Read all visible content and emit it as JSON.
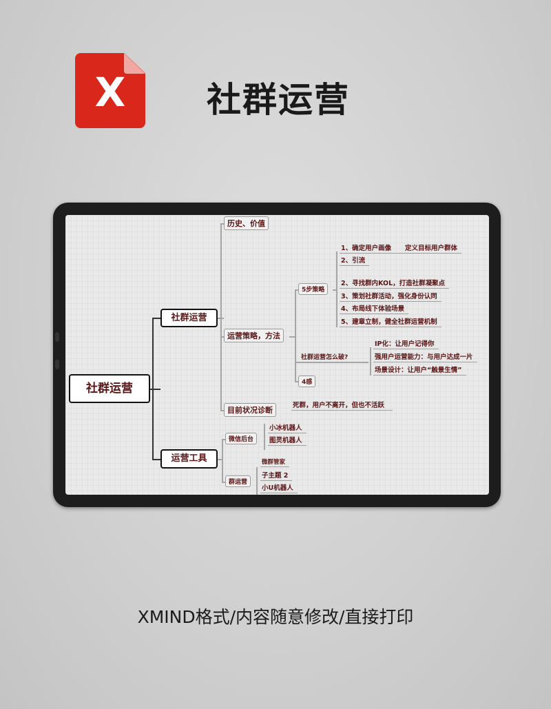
{
  "header": {
    "title": "社群运营",
    "logo_letter": "X",
    "logo_color": "#d9271c"
  },
  "footer": {
    "caption": "XMIND格式/内容随意修改/直接打印"
  },
  "mindmap": {
    "root": "社群运营",
    "branches": [
      {
        "label": "社群运营",
        "children": [
          {
            "label": "历史、价值"
          },
          {
            "label": "运营策略，方法",
            "children": [
              {
                "label": "5步策略",
                "children": [
                  "1、确定用户画像      定义目标用户群体",
                  "2、引流",
                  "2、寻找群内KOL，打造社群凝聚点",
                  "3、策划社群活动，强化身份认同",
                  "4、布局线下体验场景",
                  "5、建章立制，健全社群运营机制"
                ]
              },
              {
                "label": "社群运营怎么破?",
                "children": [
                  "IP化：让用户记得你",
                  "强用户运营能力：与用户达成一片",
                  "场景设计：让用户“触景生情”"
                ]
              },
              {
                "label": "4感"
              }
            ]
          },
          {
            "label": "目前状况诊断",
            "children": [
              "死群，用户不离开，但也不活跃"
            ]
          }
        ]
      },
      {
        "label": "运营工具",
        "children": [
          {
            "label": "微信后台",
            "children": [
              "小冰机器人",
              "图灵机器人"
            ]
          },
          {
            "label": "群运营",
            "children": [
              "微群管家",
              "子主题 2",
              "小U机器人"
            ]
          }
        ]
      }
    ]
  }
}
